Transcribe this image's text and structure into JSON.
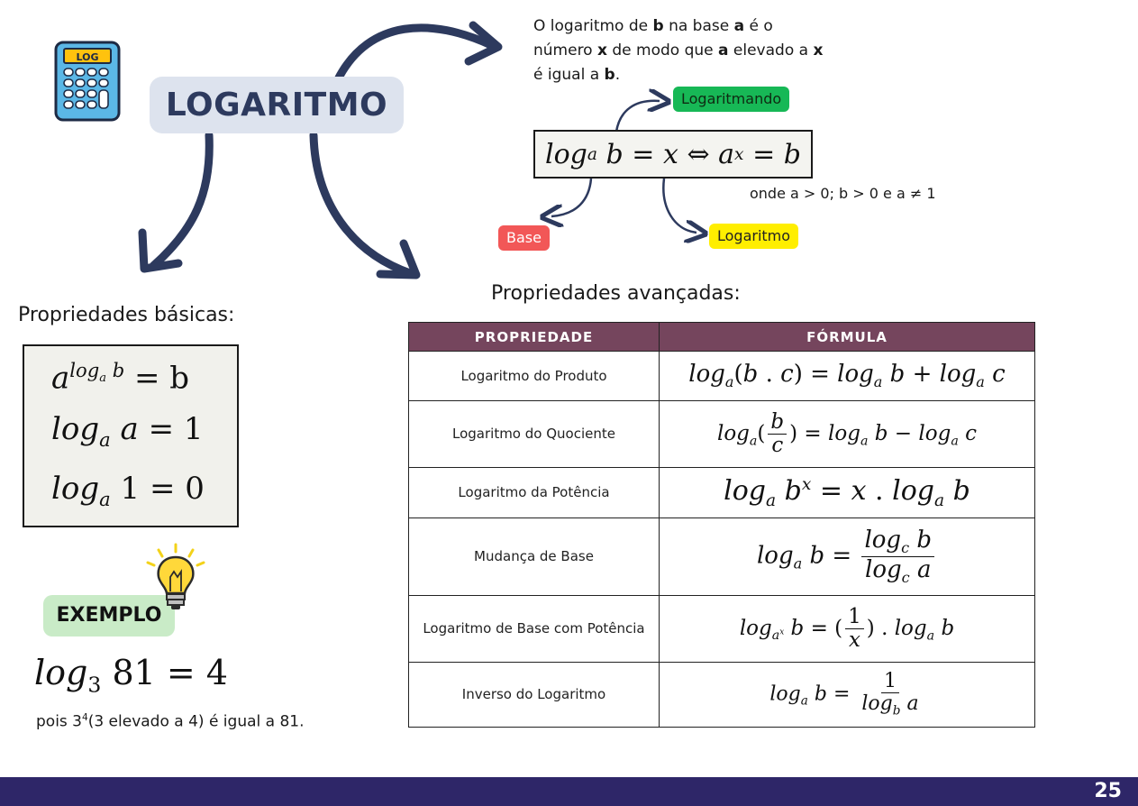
{
  "title": "LOGARITMO",
  "definition": {
    "p1": "O logaritmo de ",
    "b1": "b",
    "p2": " na base ",
    "b2": "a",
    "p3": " é o número ",
    "b3": "x",
    "p4": " de modo que ",
    "b4": "a",
    "p5": " elevado a ",
    "b5": "x",
    "p6": " é igual a ",
    "b6": "b",
    "p7": "."
  },
  "main_formula": {
    "log": "log",
    "a": "a",
    "b": "b",
    "eq": "=",
    "x": "x",
    "iff": "⇔",
    "a2": "a",
    "x2": "x",
    "eq2": "=",
    "b2": "b"
  },
  "tags": {
    "logaritmando": "Logaritmando",
    "base": "Base",
    "logaritmo": "Logaritmo"
  },
  "conditions": "onde a > 0; b > 0 e a ≠ 1",
  "basic": {
    "heading": "Propriedades básicas:",
    "f1": {
      "a": "a",
      "log": "log",
      "sub": "a",
      "b": "b",
      "rhs": "= b"
    },
    "f2": {
      "log": "log",
      "sub": "a",
      "arg": "a",
      "rhs": "= 1"
    },
    "f3": {
      "log": "log",
      "sub": "a",
      "arg": "1",
      "rhs": "= 0"
    }
  },
  "example": {
    "label": "EXEMPLO",
    "log": "log",
    "base": "3",
    "arg": "81",
    "rhs": "= 4",
    "note_pre": "pois 3",
    "note_exp": "4",
    "note_post": "(3 elevado a 4) é igual a 81."
  },
  "advanced": {
    "heading": "Propriedades avançadas:",
    "columns": [
      "PROPRIEDADE",
      "FÓRMULA"
    ],
    "rows": [
      "Logaritmo do Produto",
      "Logaritmo do Quociente",
      "Logaritmo da Potência",
      "Mudança de Base",
      "Logaritmo de Base com Potência",
      "Inverso do Logaritmo"
    ]
  },
  "page_number": "25",
  "colors": {
    "title_bg": "#dde3ee",
    "title_text": "#2d3a5e",
    "table_header": "#75455d",
    "footer": "#2e2668",
    "tag_green": "#17b856",
    "tag_red": "#f25757",
    "tag_yellow": "#ffee00",
    "exemplo_bg": "#c9ebc7",
    "arrow": "#2d3a5e"
  },
  "icons": [
    "calculator-icon",
    "light-bulb-icon"
  ]
}
